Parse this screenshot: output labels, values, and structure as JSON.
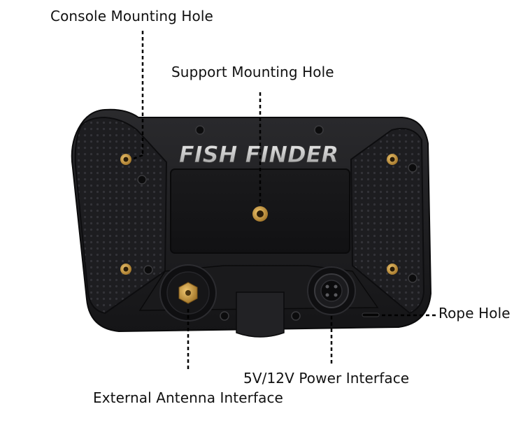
{
  "callouts": {
    "console_mounting_hole": "Console Mounting Hole",
    "support_mounting_hole": "Support Mounting Hole",
    "rope_hole": "Rope Hole",
    "power_interface": "5V/12V Power Interface",
    "external_antenna_interface": "External Antenna Interface"
  },
  "device": {
    "brand_text": "FISH FINDER"
  },
  "colors": {
    "body": "#1c1c1e",
    "panel": "#141416",
    "brass": "#c89a3c",
    "leader": "#000000"
  }
}
